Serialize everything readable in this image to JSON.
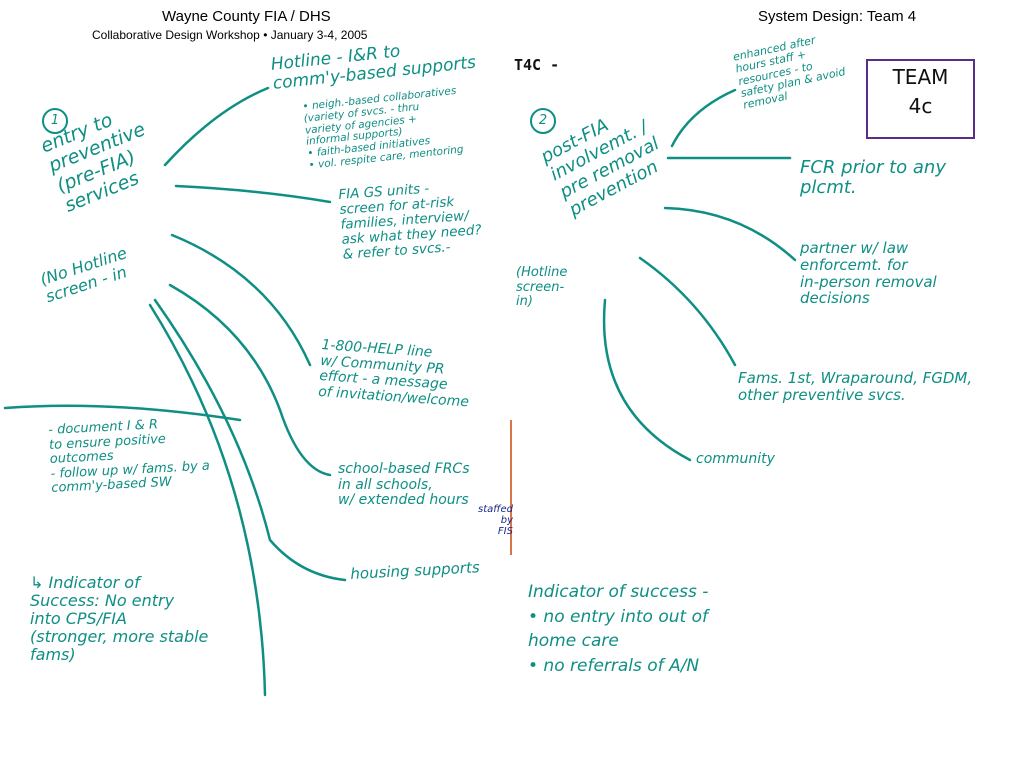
{
  "header": {
    "title": "Wayne County FIA / DHS",
    "subtitle": "Collaborative Design Workshop •  January 3-4, 2005",
    "right_title": "System Design: Team 4"
  },
  "tag_label": "T4C -",
  "team_box": "TEAM\n4c",
  "circle_1": "1",
  "circle_2": "2",
  "left": {
    "main": "entry to\npreventive\n(pre-FIA)\nservices",
    "note": "(No Hotline\nscreen - in",
    "hotline": "Hotline - I&R to\ncomm'y-based supports",
    "hotline_items": "• neigh.-based collaboratives\n  (variety of svcs. - thru\n  variety of agencies +\n  informal supports)\n• faith-based initiatives\n• vol. respite care, mentoring",
    "fia_gs": "FIA GS units -\nscreen for at-risk\nfamilies, interview/\nask what they need?\n& refer to svcs.-",
    "help_line": "1-800-HELP line\nw/ Community PR\neffort - a message\nof invitation/welcome",
    "school": "school-based FRCs\nin all schools,\nw/ extended hours",
    "staffed": "staffed\nby\nFIS",
    "housing": "housing supports",
    "document": "- document I & R\n    to ensure positive\n    outcomes\n- follow up w/ fams. by a\n    comm'y-based SW",
    "indicator": "↳ Indicator of\n   Success: No entry\n   into CPS/FIA\n(stronger, more stable\n         fams)"
  },
  "right": {
    "main": "post-FIA\ninvolvemt. /\npre removal\nprevention",
    "note": "(Hotline\nscreen-\nin)",
    "enhanced": "enhanced after\nhours staff +\nresources - to\nsafety plan & avoid\nremoval",
    "fcr": "FCR  prior to any\n     plcmt.",
    "partner": "partner w/ law\nenforcemt. for\nin-person removal\ndecisions",
    "fams": "Fams. 1st, Wraparound, FGDM,\nother preventive svcs.",
    "community": "community",
    "indicator": "Indicator of success -\n • no entry into out of\n    home care\n • no referrals of A/N"
  },
  "colors": {
    "ink": "#0f8f84",
    "box": "#5a2d8a",
    "text": "#000000"
  }
}
